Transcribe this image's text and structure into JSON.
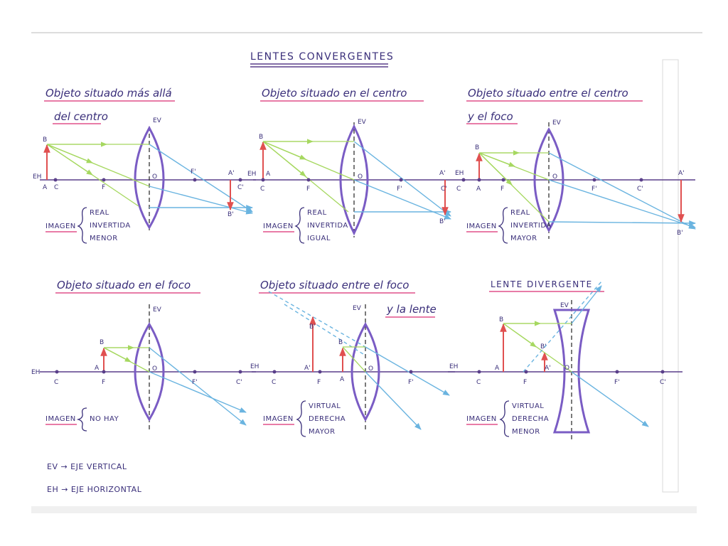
{
  "title": "LENTES CONVERGENTES",
  "panel1": {
    "title_line1": "Objeto situado más allá",
    "title_line2": "del centro",
    "image_label": "IMAGEN",
    "props": [
      "REAL",
      "INVERTIDA",
      "MENOR"
    ]
  },
  "panel2": {
    "title": "Objeto situado en el centro",
    "image_label": "IMAGEN",
    "props": [
      "REAL",
      "INVERTIDA",
      "IGUAL"
    ]
  },
  "panel3": {
    "title_line1": "Objeto situado entre el centro",
    "title_line2": "y el foco",
    "image_label": "IMAGEN",
    "props": [
      "REAL",
      "INVERTIDA",
      "MAYOR"
    ]
  },
  "panel4": {
    "title": "Objeto situado en el foco",
    "image_label": "IMAGEN",
    "props": [
      "NO HAY"
    ]
  },
  "panel5": {
    "title_line1": "Objeto situado entre el foco",
    "title_line2": "y la lente",
    "image_label": "IMAGEN",
    "props": [
      "VIRTUAL",
      "DERECHA",
      "MAYOR"
    ]
  },
  "panel6": {
    "title": "LENTE DIVERGENTE",
    "image_label": "IMAGEN",
    "props": [
      "VIRTUAL",
      "DERECHA",
      "MENOR"
    ]
  },
  "legend": {
    "ev_line": "EV → EJE VERTICAL",
    "eh_line": "EH → EJE HORIZONTAL"
  },
  "point_labels": {
    "ev": "EV",
    "eh": "EH",
    "a": "A",
    "b": "B",
    "c": "C",
    "f": "F",
    "o": "O",
    "f_prime": "F'",
    "c_prime": "C'",
    "a_prime": "A'",
    "b_prime": "B'"
  },
  "colors": {
    "object": "#e05050",
    "ray_parallel": "#a6d860",
    "ray_refracted": "#6ab4e0",
    "lens": "#7a5cc4",
    "ink": "#3a2f7a",
    "title_underline": "#e0508a"
  }
}
